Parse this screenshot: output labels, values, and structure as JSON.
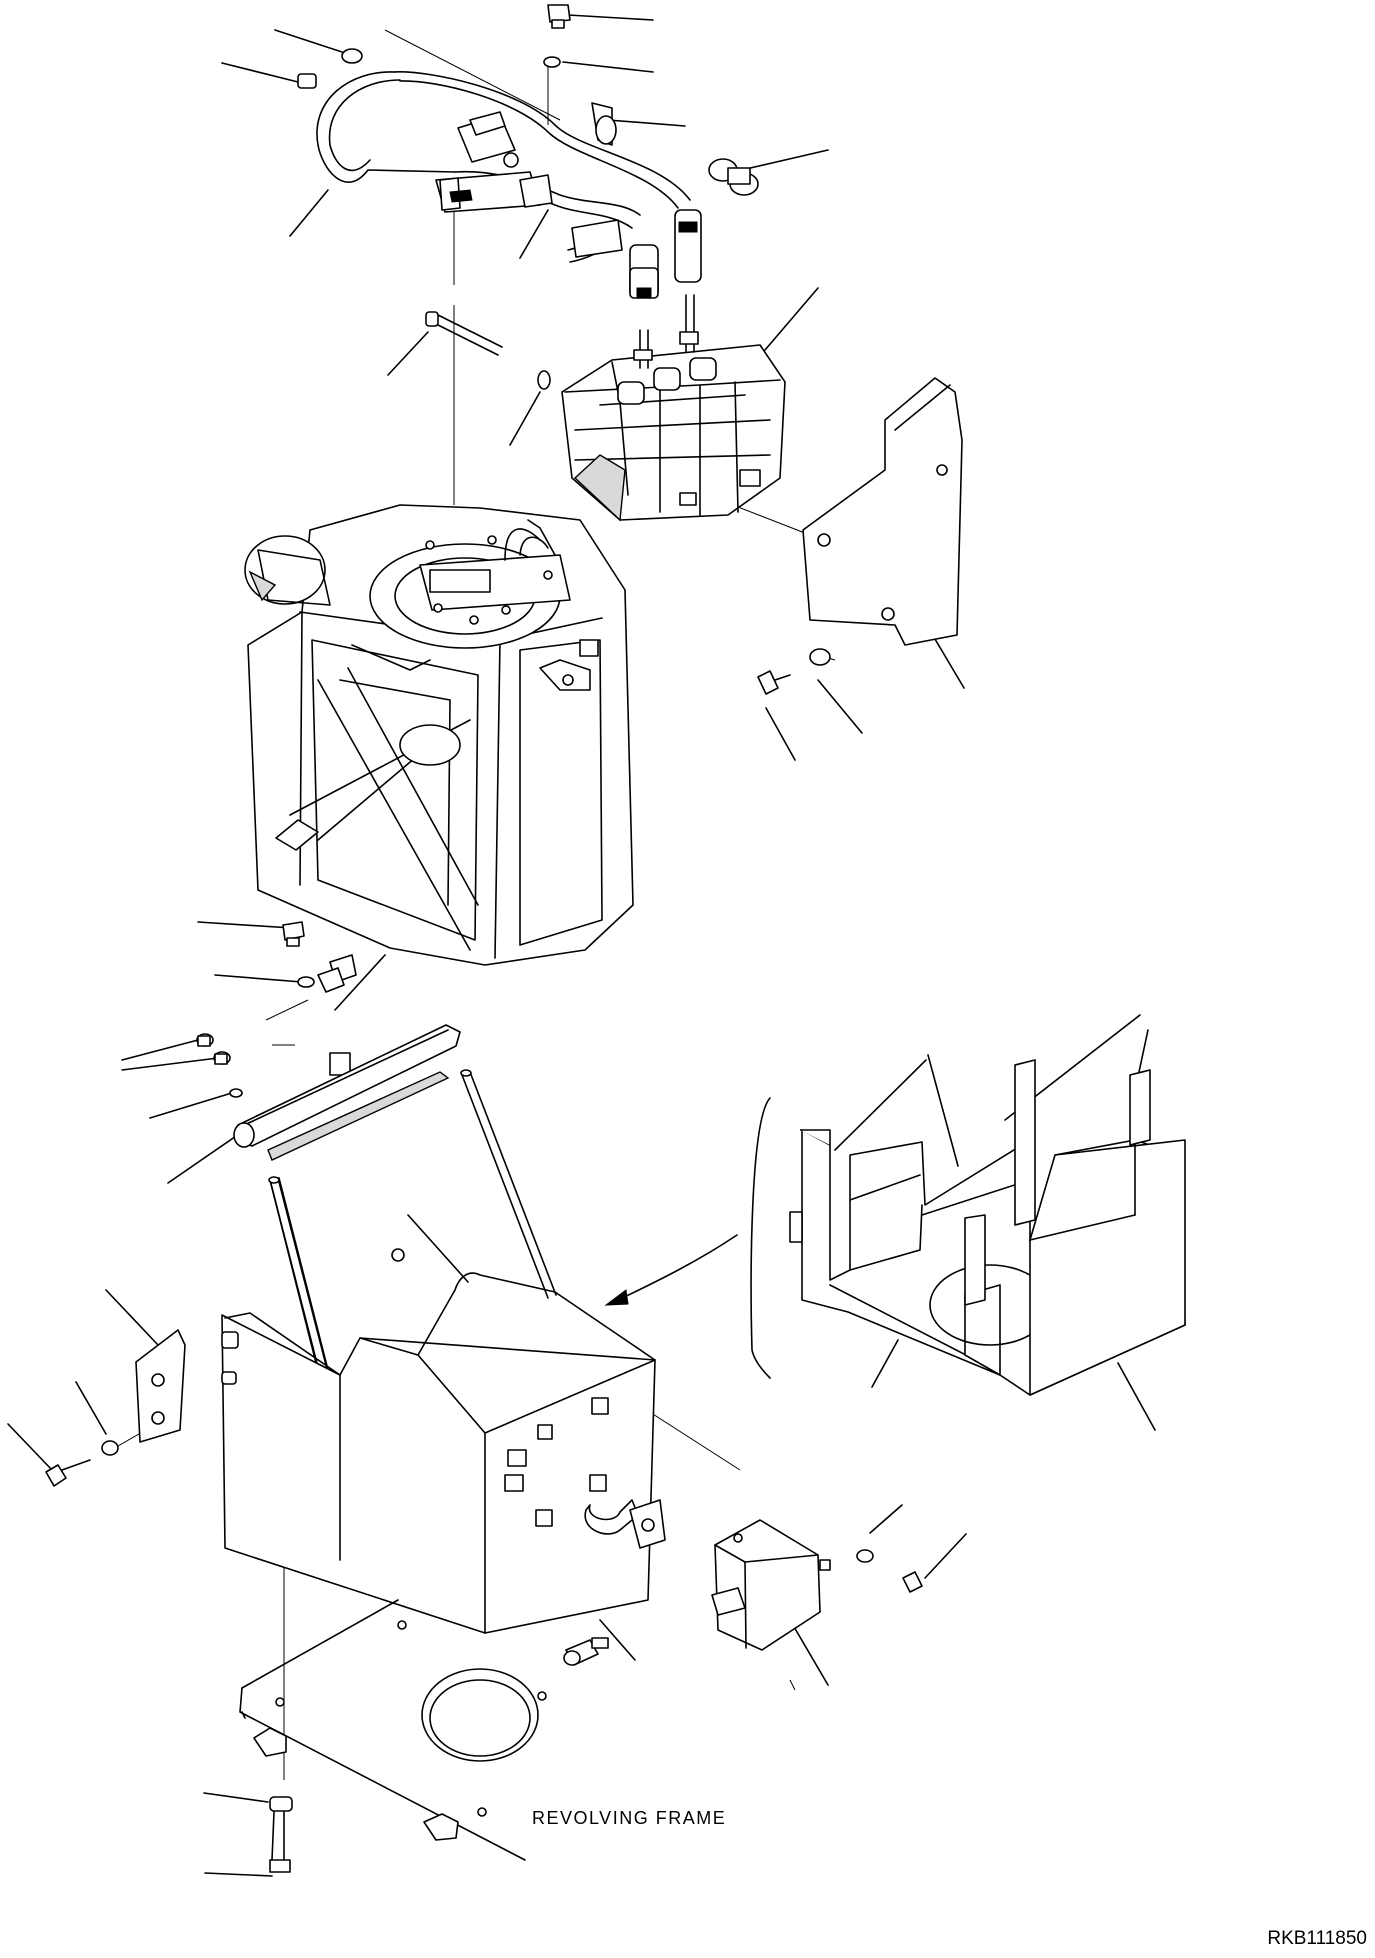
{
  "diagram": {
    "labels": {
      "revolving_frame": "REVOLVING FRAME",
      "drawing_code": "RKB111850"
    },
    "parts": [
      "wiring-harness",
      "connectors",
      "clip",
      "hose-clamp",
      "sensor-unit",
      "cover-plate",
      "bolt",
      "washer",
      "tank",
      "clamp-bar",
      "rods",
      "support-box",
      "bracket",
      "guard-frame",
      "control-box",
      "level-sensor",
      "revolving-frame-plate"
    ]
  }
}
